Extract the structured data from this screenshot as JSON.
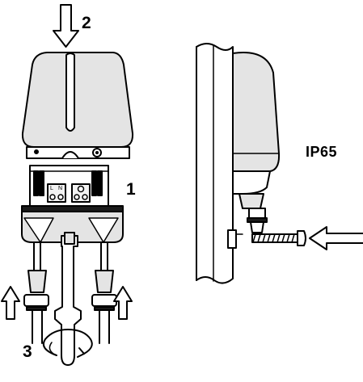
{
  "labels": {
    "step_1": "1",
    "step_2": "2",
    "step_3": "3",
    "rating": "IP65",
    "terminal_l": "L",
    "terminal_n": "N"
  },
  "colors": {
    "ink": "#000000",
    "body_fill": "#e4e4e4",
    "light_fill": "#f2f2f2",
    "dark_band": "#1a1a1a"
  }
}
